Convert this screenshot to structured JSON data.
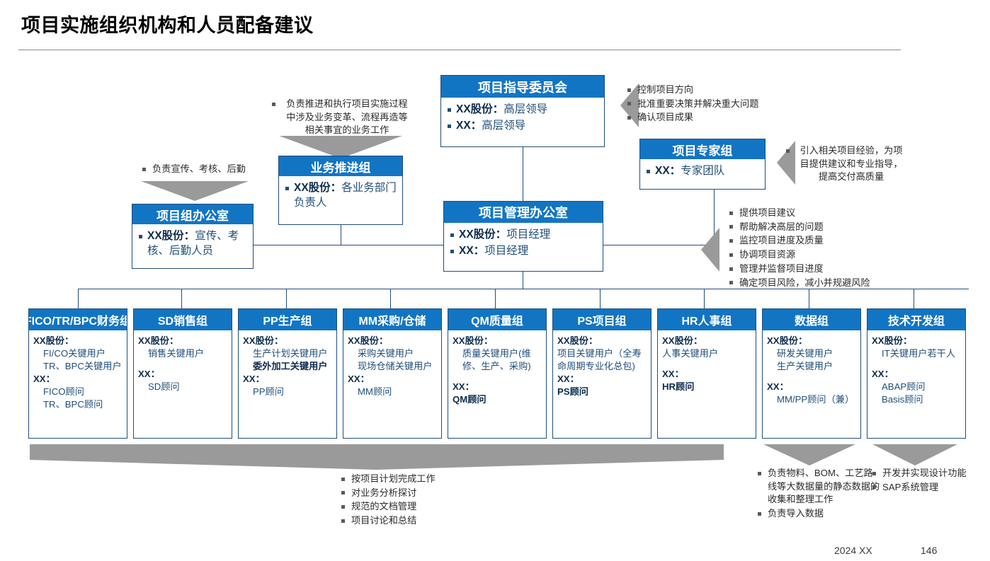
{
  "slide": {
    "title": "项目实施组织机构和人员配备建议",
    "footer_date": "2024 XX",
    "footer_page": "146",
    "accent_blue": "#1275c4",
    "border_blue": "#1f4e79",
    "text_blue": "#1f4e79",
    "arrow_gray": "#9a9a9a"
  },
  "steering": {
    "title": "项目指导委员会",
    "lines": [
      {
        "label": "XX股份：",
        "value": "高层领导"
      },
      {
        "label": "XX：",
        "value": "高层领导"
      }
    ],
    "notes": [
      "控制项目方向",
      "批准重要决策并解决重大问题",
      "确认项目成果"
    ]
  },
  "expert": {
    "title": "项目专家组",
    "lines": [
      {
        "label": "XX：",
        "value": "专家团队"
      }
    ],
    "notes": [
      "引入相关项目经验，为项目提供建议和专业指导，提高交付高质量"
    ]
  },
  "business": {
    "title": "业务推进组",
    "lines": [
      {
        "label": "XX股份：",
        "value": "各业务部门负责人"
      }
    ],
    "notes": [
      "负责推进和执行项目实施过程中涉及业务变革、流程再造等相关事宜的业务工作"
    ]
  },
  "office": {
    "title": "项目组办公室",
    "lines": [
      {
        "label": "XX股份：",
        "value": "宣传、考核、后勤人员"
      }
    ],
    "notes": [
      "负责宣传、考核、后勤"
    ]
  },
  "pmo": {
    "title": "项目管理办公室",
    "lines": [
      {
        "label": "XX股份：",
        "value": "项目经理"
      },
      {
        "label": "XX：",
        "value": "项目经理"
      }
    ],
    "notes": [
      "提供项目建议",
      "帮助解决高层的问题",
      "监控项目进度及质量",
      "协调项目资源",
      "管理并监督项目进度",
      "确定项目风险，减小并规避风险"
    ]
  },
  "departments": [
    {
      "title": "FICO/TR/BPC财务组",
      "client_label": "XX股份：",
      "client_items": [
        "FI/CO关键用户",
        "TR、BPC关键用户"
      ],
      "vendor_label": "XX：",
      "vendor_items": [
        "FICO顾问",
        "TR、BPC顾问"
      ]
    },
    {
      "title": "SD销售组",
      "client_label": "XX股份：",
      "client_items": [
        "销售关键用户"
      ],
      "vendor_label": "XX：",
      "vendor_items": [
        "SD顾问"
      ]
    },
    {
      "title": "PP生产组",
      "client_label": "XX股份：",
      "client_items": [
        "生产计划关键用户",
        "委外加工关键用户"
      ],
      "vendor_label": "XX：",
      "vendor_items": [
        "PP顾问"
      ]
    },
    {
      "title": "MM采购/仓储",
      "client_label": "XX股份：",
      "client_items": [
        "采购关键用户",
        "现场仓储关键用户"
      ],
      "vendor_label": "XX：",
      "vendor_items": [
        "MM顾问"
      ]
    },
    {
      "title": "QM质量组",
      "client_label": "XX股份：",
      "client_items": [
        "质量关键用户(维修、生产、采购)"
      ],
      "vendor_label": "XX：",
      "vendor_items": [
        "QM顾问"
      ]
    },
    {
      "title": "PS项目组",
      "client_label": "XX股份：",
      "client_items": [
        "项目关键用户（全寿命周期专业化总包)"
      ],
      "vendor_label": "XX：",
      "vendor_items": [
        "PS顾问"
      ]
    },
    {
      "title": "HR人事组",
      "client_label": "XX股份：",
      "client_items": [
        "人事关键用户"
      ],
      "vendor_label": "XX：",
      "vendor_items": [
        "HR顾问"
      ]
    },
    {
      "title": "数据组",
      "client_label": "XX股份：",
      "client_items": [
        "研发关键用户",
        "生产关键用户"
      ],
      "vendor_label": "XX：",
      "vendor_items": [
        "MM/PP顾问（兼）"
      ]
    },
    {
      "title": "技术开发组",
      "client_label": "XX股份：",
      "client_items": [
        "IT关键用户若干人"
      ],
      "vendor_label": "XX：",
      "vendor_items": [
        "ABAP顾问",
        "Basis顾问"
      ]
    }
  ],
  "bottom_notes_center": [
    "按项目计划完成工作",
    "对业务分析探讨",
    "规范的文档管理",
    "项目讨论和总结"
  ],
  "bottom_notes_data": [
    "负责物料、BOM、工艺路线等大数据量的静态数据的收集和整理工作",
    "负责导入数据"
  ],
  "bottom_notes_tech": [
    "开发并实现设计功能",
    "SAP系统管理"
  ]
}
